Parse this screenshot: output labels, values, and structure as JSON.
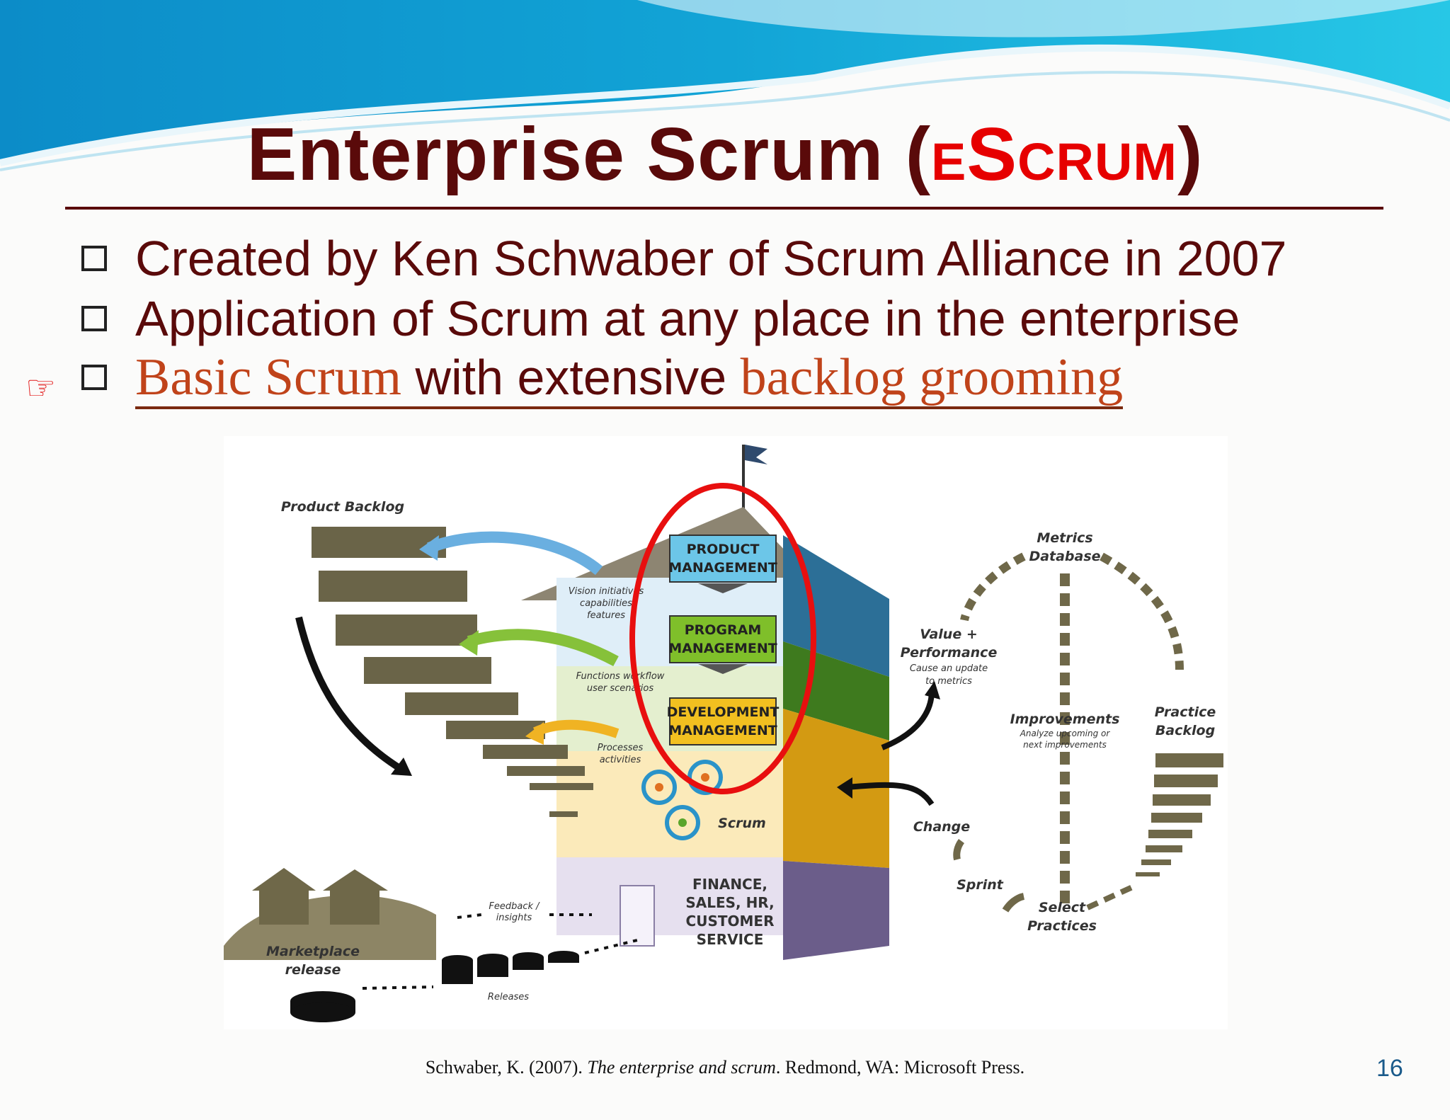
{
  "title": {
    "main": "Enterprise Scrum (",
    "accent": "eScrum",
    "close": ")"
  },
  "bullets": [
    {
      "text": "Created by Ken Schwaber of Scrum Alliance in 2007"
    },
    {
      "text": "Application of Scrum at any place in the enterprise"
    },
    {
      "link1": "Basic Scrum",
      "mid": " with extensive ",
      "link2": "backlog grooming"
    }
  ],
  "pointer_icon": "pointing-hand-icon",
  "figure": {
    "product_backlog": "Product Backlog",
    "product_management": [
      "PRODUCT",
      "MANAGEMENT"
    ],
    "program_management": [
      "PROGRAM",
      "MANAGEMENT"
    ],
    "development_management": [
      "DEVELOPMENT",
      "MANAGEMENT"
    ],
    "finance": [
      "FINANCE,",
      "SALES, HR,",
      "CUSTOMER",
      "SERVICE"
    ],
    "vision": [
      "Vision initiatives",
      "capabilities",
      "features"
    ],
    "functions": [
      "Functions workflow",
      "user scenarios"
    ],
    "processes": [
      "Processes",
      "activities"
    ],
    "scrum": "Scrum",
    "feedback": [
      "Feedback /",
      "insights"
    ],
    "marketplace": [
      "Marketplace",
      "release"
    ],
    "releases": "Releases",
    "metrics": [
      "Metrics",
      "Database"
    ],
    "value": [
      "Value +",
      "Performance"
    ],
    "value_note": [
      "Cause an update",
      "to metrics"
    ],
    "improvements": "Improvements",
    "improvements_note": [
      "Analyze upcoming or",
      "next improvements"
    ],
    "practice": [
      "Practice",
      "Backlog"
    ],
    "change": "Change",
    "sprint": "Sprint",
    "select": [
      "Select",
      "Practices"
    ]
  },
  "citation": {
    "pre": "Schwaber, K. (2007). ",
    "italic": "The enterprise and scrum",
    "post": ". Redmond, WA: Microsoft Press."
  },
  "page_number": "16",
  "colors": {
    "title": "#5a0a0a",
    "accent": "#e60000",
    "link": "#c0431a",
    "wave": "#1aa3cf"
  }
}
